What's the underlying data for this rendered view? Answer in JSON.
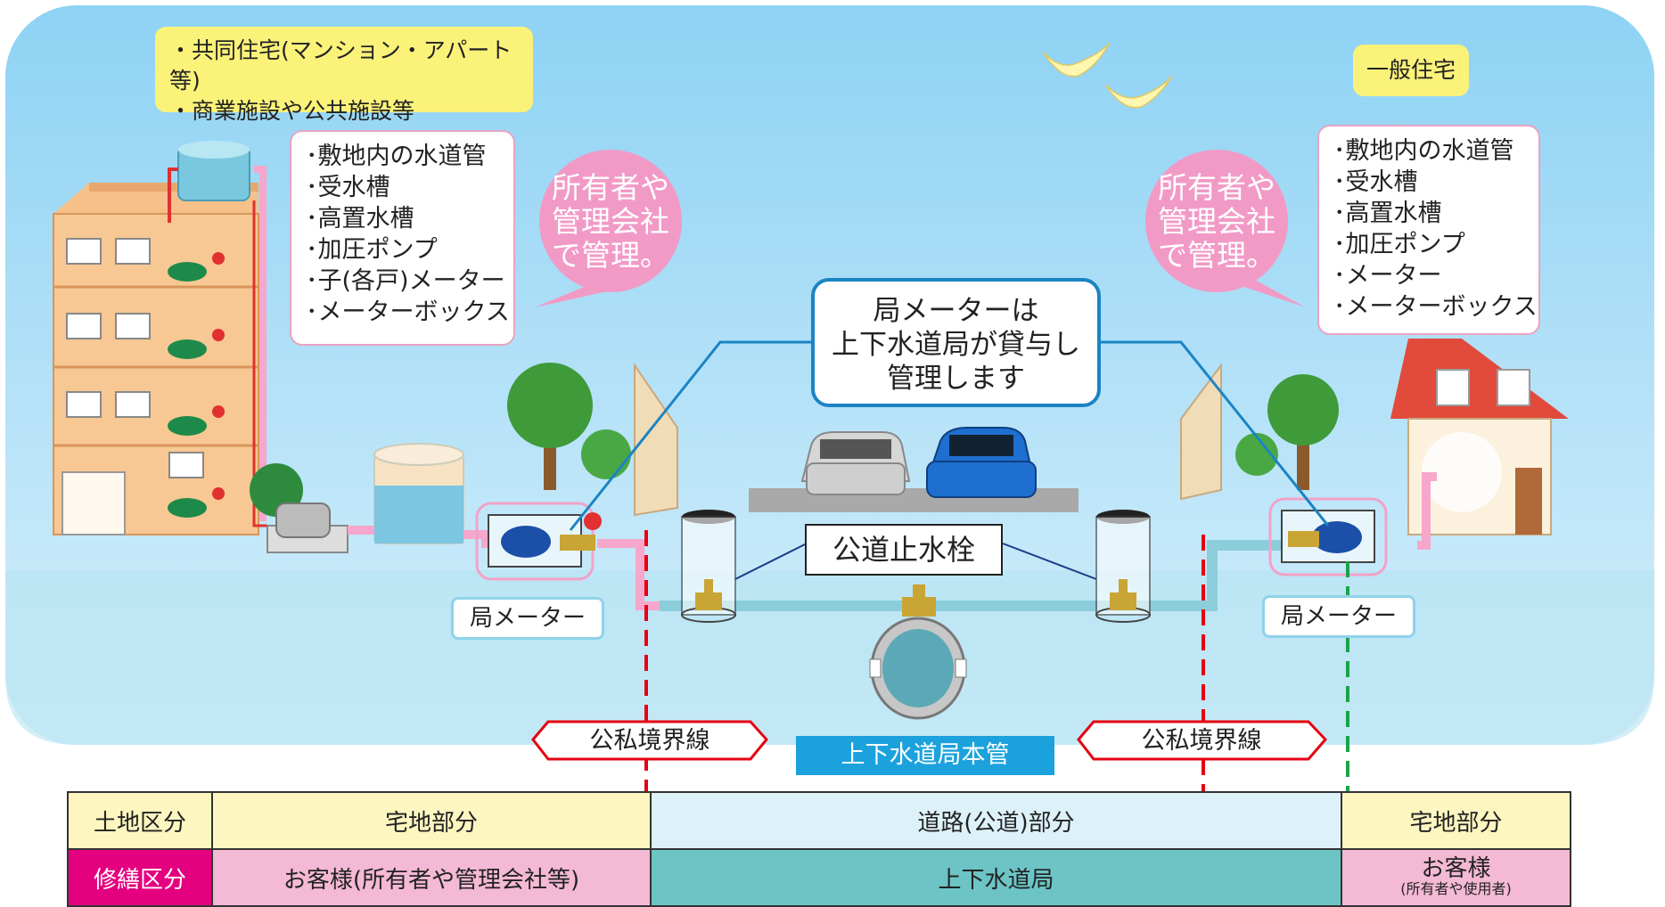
{
  "multi_unit": {
    "types": [
      "・共同住宅(マンション・アパート等)",
      "・商業施設や公共施設等"
    ],
    "facilities": [
      "･敷地内の水道管",
      "･受水槽",
      "･高置水槽",
      "･加圧ポンプ",
      "･子(各戸)メーター",
      "･メーターボックス"
    ]
  },
  "house": {
    "type": "一般住宅",
    "facilities": [
      "･敷地内の水道管",
      "･受水槽",
      "･高置水槽",
      "･加圧ポンプ",
      "･メーター",
      "･メーターボックス"
    ]
  },
  "owner_managed": "所有者や\n管理会社\nで管理。",
  "bureau_meter_note": "局メーターは\n上下水道局が貸与し\n管理します",
  "public_stop_valve": "公道止水栓",
  "bureau_meter": "局メーター",
  "boundary_line": "公私境界線",
  "main_pipe": "上下水道局本管",
  "table": {
    "land_header": "土地区分",
    "repair_header": "修繕区分",
    "residential": "宅地部分",
    "road": "道路(公道)部分",
    "customer_owner": "お客様(所有者や管理会社等)",
    "bureau": "上下水道局",
    "customer": "お客様",
    "customer_sub": "(所有者や使用者)"
  },
  "colors": {
    "sky": "#8fd3f3",
    "pink": "#f28fc0",
    "pipe_blue": "#7cc8d8",
    "boundary_red": "#e60012",
    "boundary_green": "#1aa34a",
    "table_yellow": "#fdf6c0",
    "table_pink": "#e4007f",
    "table_teal": "#6cc4c5"
  }
}
